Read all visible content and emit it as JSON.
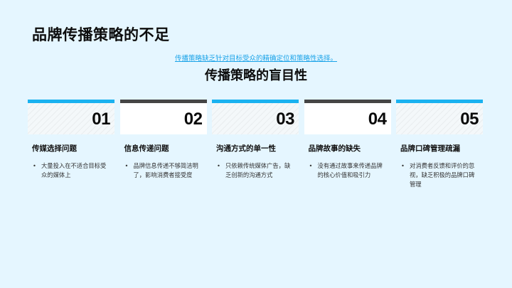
{
  "page": {
    "title": "品牌传播策略的不足",
    "subtitle_link": "传播策略缺乏针对目标受众的精确定位和策略性选择。",
    "section_heading": "传播策略的盲目性"
  },
  "colors": {
    "background": "#e5f6ff",
    "accent_blue": "#1ab2f0",
    "accent_dark": "#454545",
    "link": "#1aa3e8"
  },
  "cards": [
    {
      "number": "01",
      "title": "传媒选择问题",
      "bullets": [
        "大量投入在不适合目标受众的媒体上"
      ],
      "style": "blue"
    },
    {
      "number": "02",
      "title": "信息传递问题",
      "bullets": [
        "品牌信息传递不够简洁明了，影响消费者接受度"
      ],
      "style": "dark"
    },
    {
      "number": "03",
      "title": "沟通方式的单一性",
      "bullets": [
        "只依赖传统媒体广告，缺乏创新的沟通方式"
      ],
      "style": "blue"
    },
    {
      "number": "04",
      "title": "品牌故事的缺失",
      "bullets": [
        "没有通过故事来传递品牌的核心价值和吸引力"
      ],
      "style": "dark"
    },
    {
      "number": "05",
      "title": "品牌口碑管理疏漏",
      "bullets": [
        "对消费者反馈和评价的忽视，缺乏积极的品牌口碑管理"
      ],
      "style": "blue"
    }
  ]
}
